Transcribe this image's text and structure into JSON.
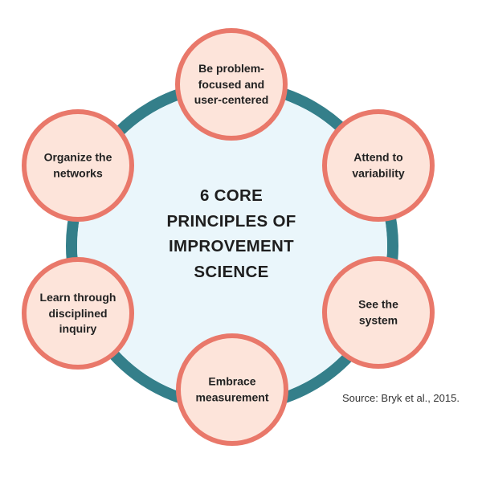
{
  "center": {
    "line1": "6 CORE",
    "line2": "PRINCIPLES OF",
    "line3": "IMPROVEMENT",
    "line4": "SCIENCE"
  },
  "principles": [
    {
      "line1": "Be problem-",
      "line2": "focused and",
      "line3": "user-centered"
    },
    {
      "line1": "Attend to",
      "line2": "variability"
    },
    {
      "line1": "See the",
      "line2": "system"
    },
    {
      "line1": "Embrace",
      "line2": "measurement"
    },
    {
      "line1": "Learn through",
      "line2": "disciplined",
      "line3": "inquiry"
    },
    {
      "line1": "Organize the",
      "line2": "networks"
    }
  ],
  "source": "Source: Bryk et al., 2015.",
  "colors": {
    "ring": "#347f8a",
    "center_fill": "#eaf6fb",
    "node_fill": "#fde4da",
    "node_stroke": "#e9786a"
  }
}
